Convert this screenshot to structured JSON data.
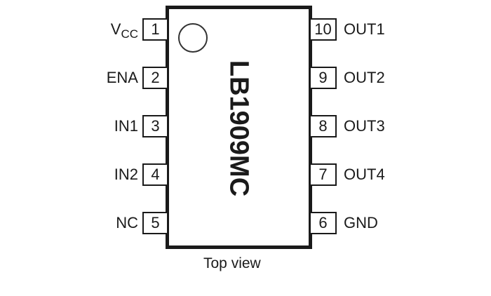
{
  "diagram": {
    "part_number": "LB1909MC",
    "caption": "Top view",
    "left_pins": [
      {
        "number": "1",
        "name": "V",
        "name_sub": "CC"
      },
      {
        "number": "2",
        "name": "ENA",
        "name_sub": ""
      },
      {
        "number": "3",
        "name": "IN1",
        "name_sub": ""
      },
      {
        "number": "4",
        "name": "IN2",
        "name_sub": ""
      },
      {
        "number": "5",
        "name": "NC",
        "name_sub": ""
      }
    ],
    "right_pins": [
      {
        "number": "10",
        "name": "OUT1"
      },
      {
        "number": "9",
        "name": "OUT2"
      },
      {
        "number": "8",
        "name": "OUT3"
      },
      {
        "number": "7",
        "name": "OUT4"
      },
      {
        "number": "6",
        "name": "GND"
      }
    ]
  }
}
